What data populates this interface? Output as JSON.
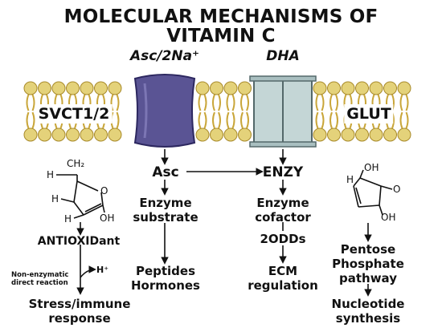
{
  "title": {
    "line1": "MOLECULAR MECHANISMS OF",
    "line2": "VITAMIN C"
  },
  "transport": {
    "top_left": "Asc/2Na⁺",
    "top_right": "DHA",
    "left_transporter": "SVCT1/2",
    "right_transporter": "GLUT"
  },
  "center": {
    "asc": "Asc",
    "enzy": "ENZY",
    "enzyme_substrate": "Enzyme substrate",
    "enzyme_cofactor": "Enzyme cofactor",
    "oddds": "2ODDs",
    "ecm": "ECM regulation",
    "peptides": "Peptides Hormones"
  },
  "left": {
    "structure_labels": {
      "ch2": "CH₂",
      "h_top": "H",
      "h_mid": "H",
      "h_bottom": "H",
      "o": "O",
      "oh": "OH"
    },
    "antioxidant": "ANTIOXIDant",
    "h_plus": "H⁺",
    "non_enzymatic": "Non-enzymatic direct reaction",
    "stress": "Stress/immune response"
  },
  "right": {
    "structure_labels": {
      "oh_top": "OH",
      "h": "H",
      "o": "O",
      "oh_bottom": "OH"
    },
    "pentose": "Pentose Phosphate pathway",
    "nucleotide": "Nucleotide synthesis"
  },
  "colors": {
    "lipid_head": "#e4d27a",
    "lipid_tail": "#c9a63a",
    "svct_fill": "#5a5494",
    "glut_fill": "#c4d6d6"
  }
}
